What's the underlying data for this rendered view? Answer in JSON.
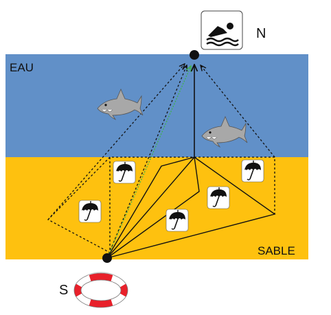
{
  "labels": {
    "water": "EAU",
    "sand": "SABLE",
    "north": "N",
    "south": "S"
  },
  "colors": {
    "water": "#6190c8",
    "sand": "#fec10f",
    "lines": "#111111",
    "dotted_lines": "#111111",
    "green_line": "#3cb34a",
    "shark": "#a8a8a8",
    "lifebuoy_red": "#e8202a",
    "lifebuoy_white": "#ffffff"
  },
  "icons": {
    "swimmer": "swimmer-icon",
    "shark": "shark-icon",
    "umbrella": "beach-umbrella-icon",
    "lifebuoy": "lifebuoy-icon"
  }
}
